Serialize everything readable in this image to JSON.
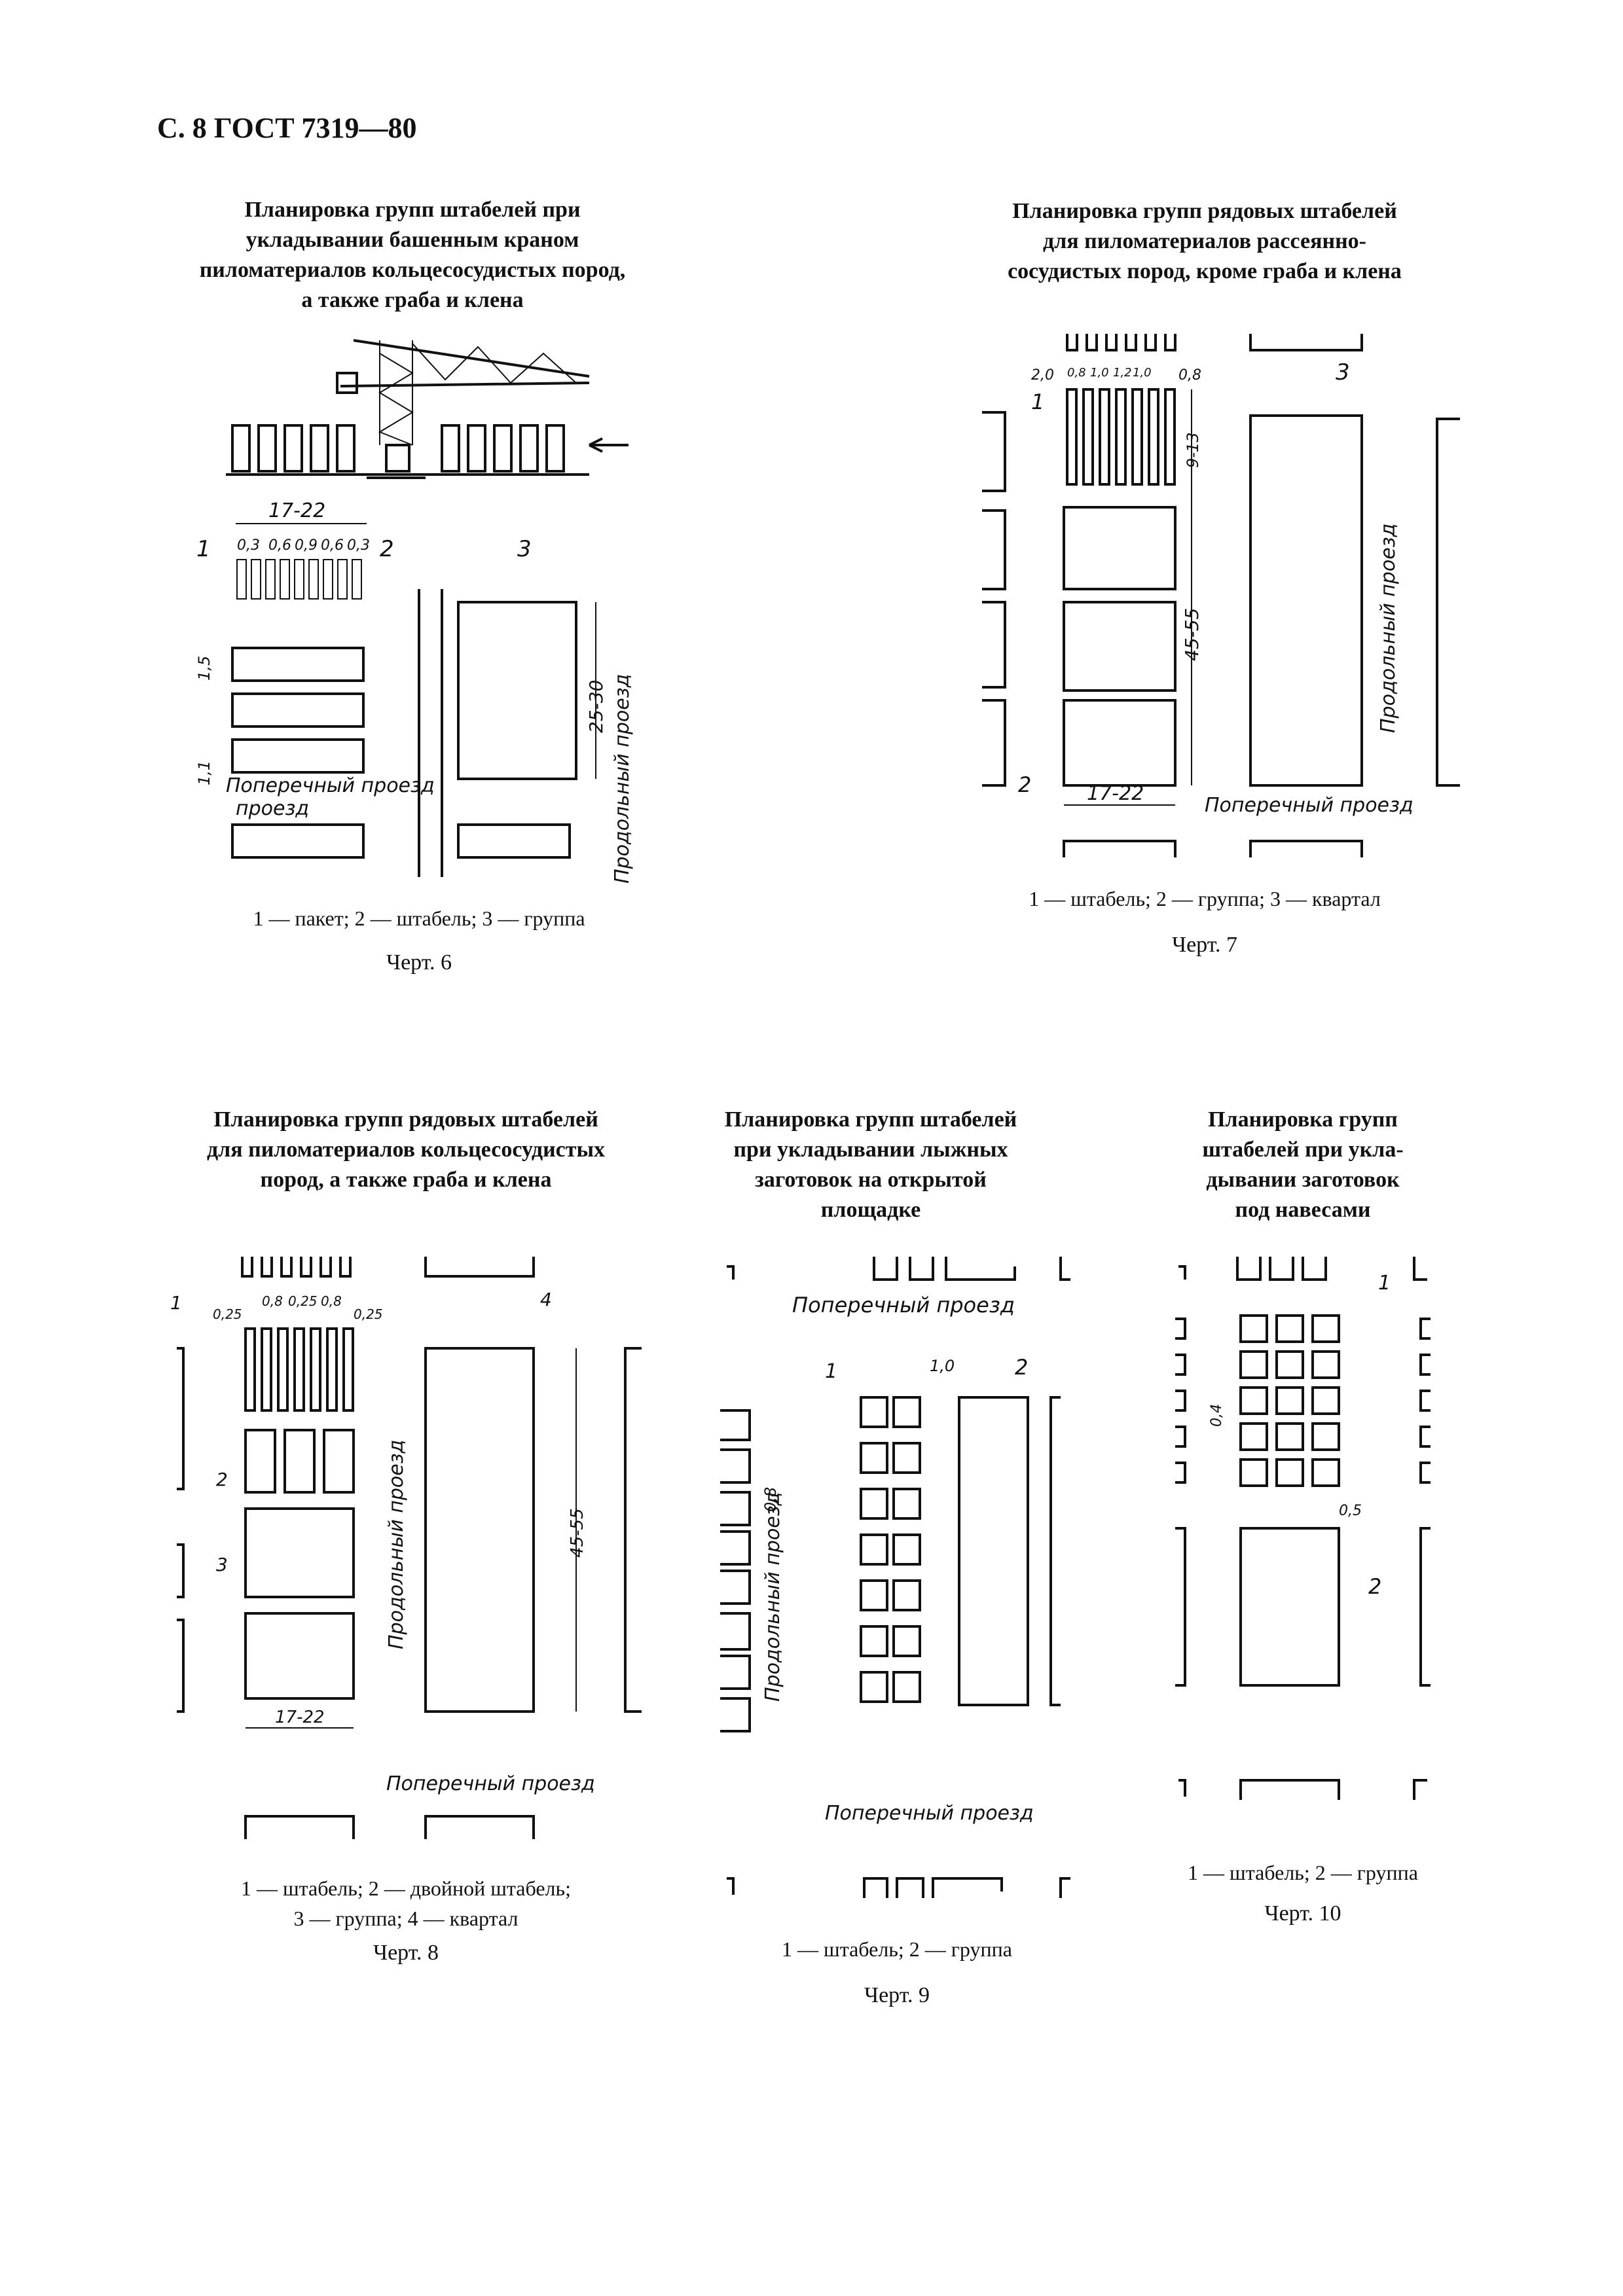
{
  "header": "С. 8 ГОСТ 7319—80",
  "fig6": {
    "title": "Планировка групп штабелей при\nукладывании башенным краном\nпиломатериалов кольцесосудистых пород,\nа также граба и клена",
    "legend": "1 — пакет; 2 — штабель; 3 — группа",
    "caption": "Черт. 6",
    "labels": {
      "n1": "1",
      "n2": "2",
      "n3": "3",
      "w": "17-22",
      "d1": "0,3",
      "d2": "0,6",
      "d3": "0,9",
      "d4": "0,6",
      "d5": "0,3",
      "v1": "1,5",
      "v2": "1,1",
      "h": "25-30",
      "cross": "Поперечный\nпроезд",
      "long": "Продольный проезд"
    }
  },
  "fig7": {
    "title": "Планировка групп рядовых штабелей\nдля пиломатериалов рассеянно-\nсосудистых пород, кроме граба и клена",
    "legend": "1 — штабель; 2 — группа; 3 — квартал",
    "caption": "Черт. 7",
    "labels": {
      "n1": "1",
      "n2": "2",
      "n3": "3",
      "d1": "2,0",
      "d2": "0,8",
      "d3": "1,0",
      "d4": "1,2",
      "d5": "1,0",
      "d6": "0,8",
      "v1": "9-13",
      "v2": "45-55",
      "w": "17-22",
      "cross": "Поперечный проезд",
      "long": "Продольный проезд"
    }
  },
  "fig8": {
    "title": "Планировка групп рядовых штабелей\nдля пиломатериалов кольцесосудистых\nпород, а также граба и клена",
    "legend": "1 — штабель; 2 — двойной штабель;\n3 — группа; 4 — квартал",
    "caption": "Черт. 8",
    "labels": {
      "n1": "1",
      "n2": "2",
      "n3": "3",
      "n4": "4",
      "d1": "0,25",
      "d2": "0,8",
      "d3": "0,25",
      "d4": "0,8",
      "d5": "0,25",
      "v": "45-55",
      "w": "17-22",
      "cross": "Поперечный проезд",
      "long": "Продольный проезд"
    }
  },
  "fig9": {
    "title": "Планировка групп штабелей\nпри укладывании лыжных\nзаготовок на открытой\nплощадке",
    "legend": "1 — штабель; 2 — группа",
    "caption": "Черт. 9",
    "labels": {
      "n1": "1",
      "n2": "2",
      "d1": "1,0",
      "v": "0,8",
      "cross1": "Поперечный проезд",
      "cross2": "Поперечный проезд",
      "long": "Продольный проезд"
    }
  },
  "fig10": {
    "title": "Планировка групп\nштабелей при укла-\nдывании заготовок\nпод навесами",
    "legend": "1 — штабель; 2 — группа",
    "caption": "Черт. 10",
    "labels": {
      "n1": "1",
      "n2": "2",
      "v": "0,4",
      "h": "0,5"
    }
  }
}
